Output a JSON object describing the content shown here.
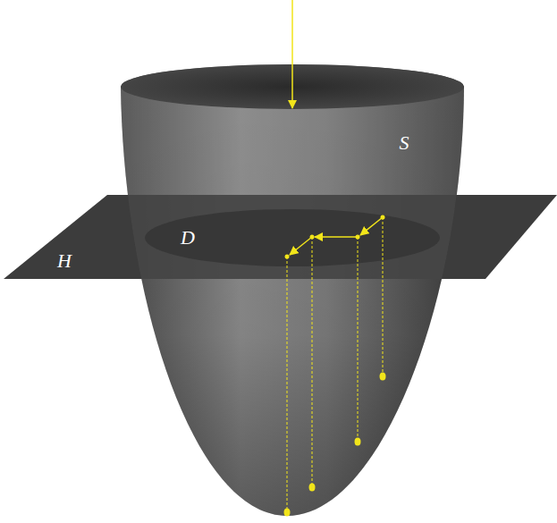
{
  "diagram": {
    "labels": [
      "S",
      "D",
      "H"
    ]
  }
}
